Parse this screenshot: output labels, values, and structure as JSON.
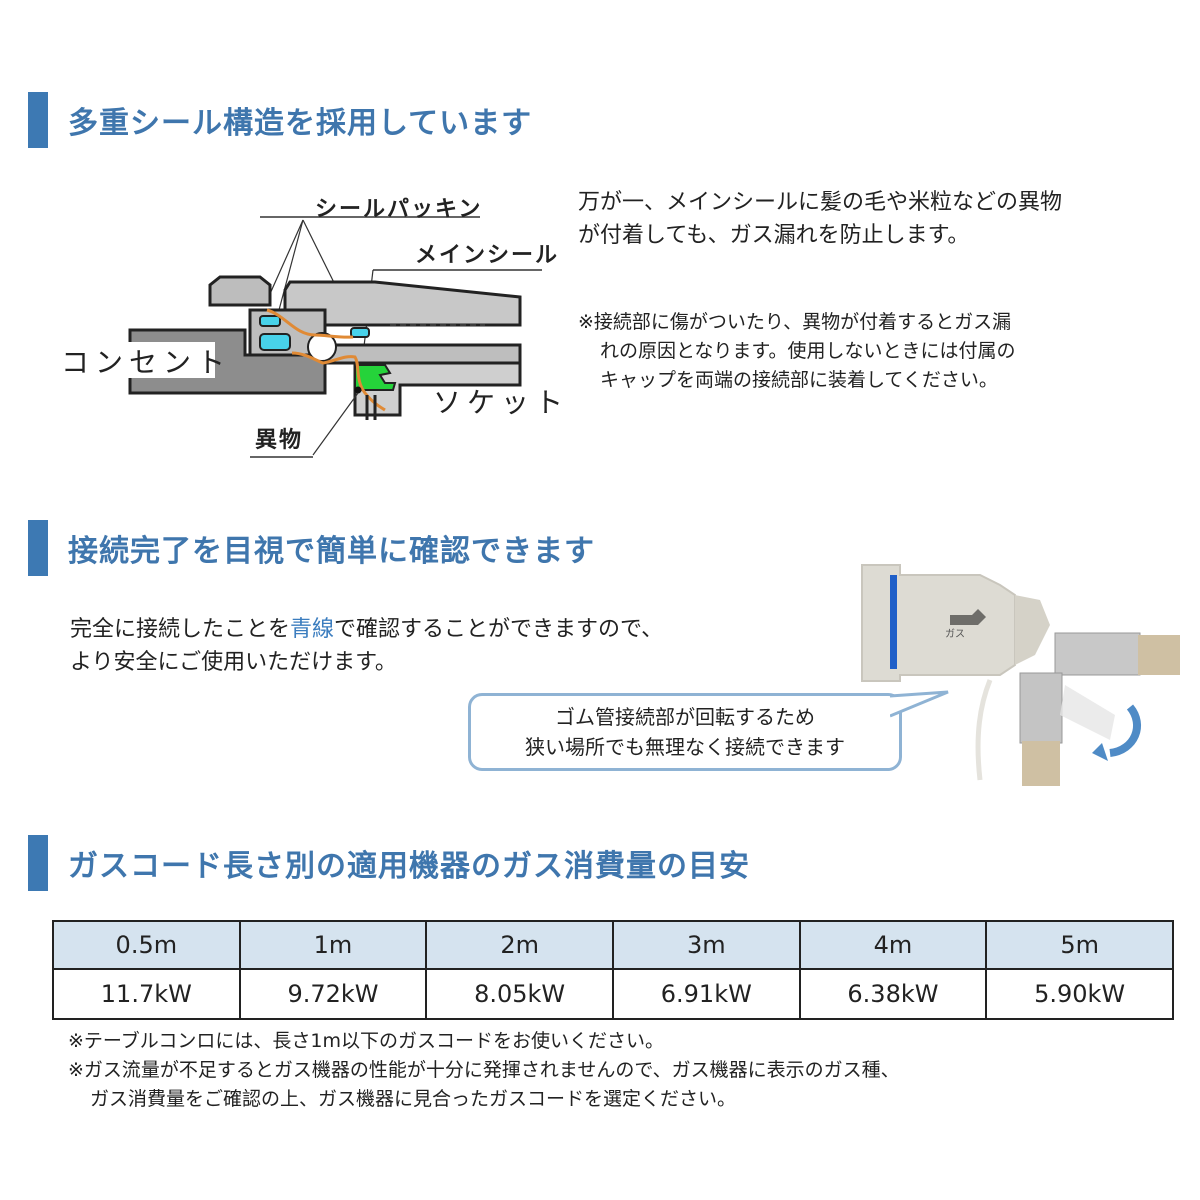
{
  "section1": {
    "title": "多重シール構造を採用しています",
    "diagram": {
      "label_seal_packing": "シールパッキン",
      "label_main_seal": "メインシール",
      "label_concent": "コンセント",
      "label_socket": "ソケット",
      "label_foreign_object": "異物"
    },
    "description_lines": [
      "万が一、メインシールに髪の毛や米粒などの異物",
      "が付着しても、ガス漏れを防止します。"
    ],
    "note_lines": [
      "※接続部に傷がついたり、異物が付着するとガス漏",
      "れの原因となります。使用しないときには付属の",
      "キャップを両端の接続部に装着してください。"
    ]
  },
  "section2": {
    "title": "接続完了を目視で簡単に確認できます",
    "line1_before": "完全に接続したことを",
    "line1_highlight": "青線",
    "line1_after": "で確認することができますので、",
    "line2": "より安全にご使用いただけます。",
    "bubble_lines": [
      "ゴム管接続部が回転するため",
      "狭い場所でも無理なく接続できます"
    ],
    "photo_label": "ガス"
  },
  "section3": {
    "title": "ガスコード長さ別の適用機器のガス消費量の目安",
    "table": {
      "headers": [
        "0.5m",
        "1m",
        "2m",
        "3m",
        "4m",
        "5m"
      ],
      "values": [
        "11.7kW",
        "9.72kW",
        "8.05kW",
        "6.91kW",
        "6.38kW",
        "5.90kW"
      ]
    },
    "notes": [
      "※テーブルコンロには、長さ1m以下のガスコードをお使いください。",
      "※ガス流量が不足するとガス機器の性能が十分に発揮されませんので、ガス機器に表示のガス種、",
      "ガス消費量をご確認の上、ガス機器に見合ったガスコードを選定ください。"
    ]
  },
  "colors": {
    "accent_blue": "#3d79b3",
    "heading_blue": "#3f76ad",
    "table_header_bg": "#d5e3ef",
    "bubble_border": "#8fb3d4"
  }
}
